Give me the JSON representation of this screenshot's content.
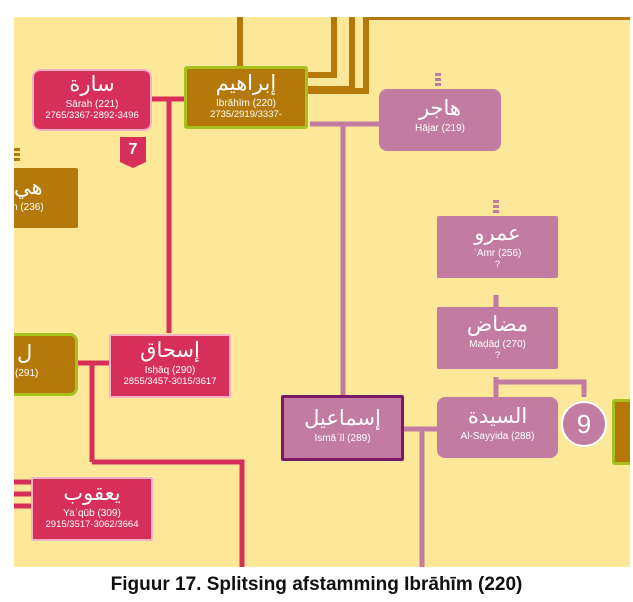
{
  "caption": "Figuur 17. Splitsing afstamming Ibrāhīm (220)",
  "badges": {
    "seven": "7",
    "nine": "9"
  },
  "colors": {
    "background": "#fde89a",
    "red": "#d6305a",
    "gold": "#b5780a",
    "mauve": "#c27ca1",
    "line_red": "#d6305a",
    "line_gold": "#b5780a",
    "line_mauve": "#c27ca1"
  },
  "nodes": {
    "sarah": {
      "arabic": "سارة",
      "name": "Sārah (221)",
      "dates": "2765/3367-2892-3496"
    },
    "ibrahim": {
      "arabic": "إبراهيم",
      "name": "Ibrāhīm (220)",
      "dates": "2735/2919/3337-"
    },
    "hajar": {
      "arabic": "هاجر",
      "name": "Hājar (219)"
    },
    "amr": {
      "arabic": "عمرو",
      "name": "ʿAmr (256)",
      "dates": "?"
    },
    "madad": {
      "arabic": "مضاض",
      "name": "Maḍāḍ (270)",
      "dates": "?"
    },
    "sayyida": {
      "arabic": "السيدة",
      "name": "Al-Sayyida (288)"
    },
    "ismail": {
      "arabic": "إسماعيل",
      "name": "Ismāʿīl (289)"
    },
    "ishaq": {
      "arabic": "إسحاق",
      "name": "Isḥāq (290)",
      "dates": "2855/3457-3015/3617"
    },
    "yaqub": {
      "arabic": "يعقوب",
      "name": "Yaʿqūb (309)",
      "dates": "2915/3517-3062/3664"
    },
    "left_upper": {
      "arabic": "هي",
      "name": "n (236)"
    },
    "left_mid": {
      "arabic": "ل",
      "name": "(291)"
    }
  }
}
